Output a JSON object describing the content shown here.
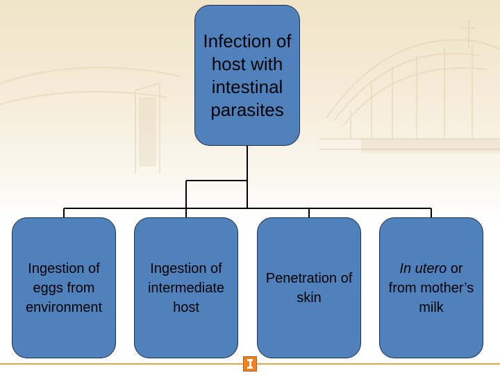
{
  "diagram": {
    "root": {
      "label": "Infection of host with intestinal parasites"
    },
    "children": [
      {
        "label": "Ingestion of eggs from environment"
      },
      {
        "label": "Ingestion of intermediate host"
      },
      {
        "label": "Penetration of skin"
      },
      {
        "label_italic": "In utero",
        "label_rest": " or from mother’s milk"
      }
    ]
  },
  "colors": {
    "box_fill": "#4f81bd",
    "box_border": "#1f2d4a",
    "footer_line": "#e8a24a",
    "logo": "#f08020"
  }
}
